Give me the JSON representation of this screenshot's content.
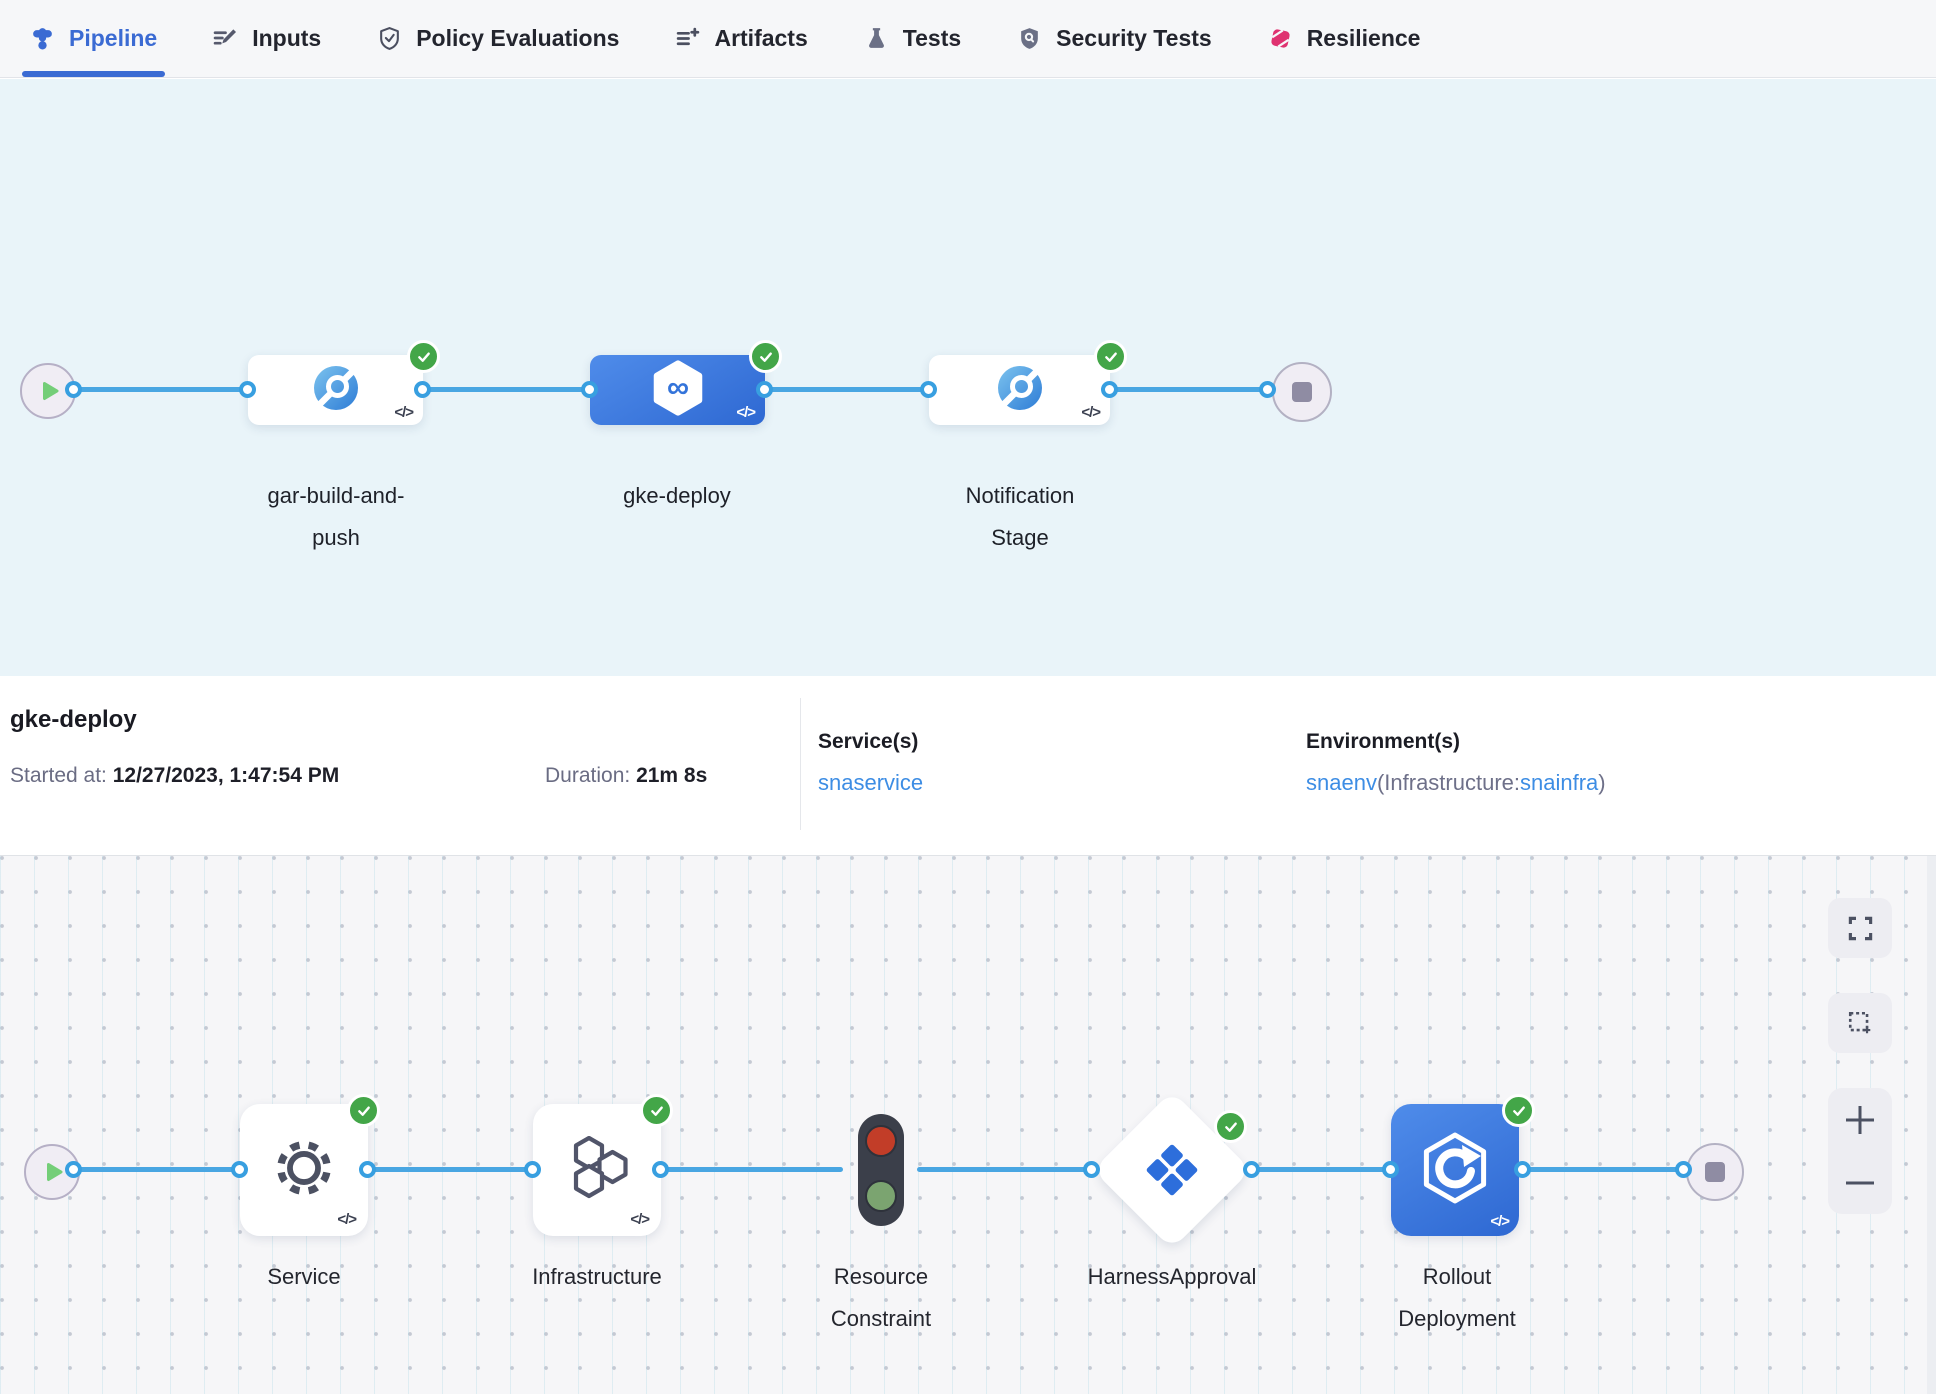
{
  "tabs": [
    {
      "label": "Pipeline",
      "icon": "pipeline-icon",
      "active": true
    },
    {
      "label": "Inputs",
      "icon": "inputs-icon",
      "active": false
    },
    {
      "label": "Policy Evaluations",
      "icon": "policy-evaluations-icon",
      "active": false
    },
    {
      "label": "Artifacts",
      "icon": "artifacts-icon",
      "active": false
    },
    {
      "label": "Tests",
      "icon": "tests-icon",
      "active": false
    },
    {
      "label": "Security Tests",
      "icon": "security-tests-icon",
      "active": false
    },
    {
      "label": "Resilience",
      "icon": "resilience-icon",
      "active": false
    }
  ],
  "stage_graph": {
    "stages": [
      {
        "label": "gar-build-and-push",
        "status": "Success",
        "type": "custom-stage",
        "selected": false
      },
      {
        "label": "gke-deploy",
        "status": "Success",
        "type": "deploy-stage",
        "selected": true
      },
      {
        "label": "Notification Stage",
        "status": "Success",
        "type": "custom-stage",
        "selected": false
      }
    ]
  },
  "details": {
    "title": "gke-deploy",
    "started_label": "Started at:",
    "started_value": "12/27/2023, 1:47:54 PM",
    "duration_label": "Duration:",
    "duration_value": "21m 8s",
    "services_label": "Service(s)",
    "services_value": "snaservice",
    "environments_label": "Environment(s)",
    "env_link_primary": "snaenv",
    "env_infra_prefix": "(Infrastructure:",
    "env_link_infra": "snainfra",
    "env_suffix": ")"
  },
  "execution_graph": {
    "steps": [
      {
        "label": "Service",
        "status": "Success",
        "type": "service"
      },
      {
        "label": "Infrastructure",
        "status": "Success",
        "type": "infrastructure"
      },
      {
        "label": "Resource Constraint",
        "status": "none",
        "type": "resource-constraint"
      },
      {
        "label": "HarnessApproval",
        "status": "Success",
        "type": "approval"
      },
      {
        "label": "Rollout Deployment",
        "status": "Success",
        "type": "rollout-deployment"
      }
    ]
  },
  "glyphs": {
    "code": "</>",
    "infinity": "∞"
  },
  "colors": {
    "tab_active": "#3b6bd3",
    "stage_graph_bg": "#e9f4f9",
    "connector_blue": "#49a6e2",
    "selected_card_blue": "#3a78dd",
    "success_green": "#43a648",
    "link_blue": "#3d8de4",
    "resilience_pink": "#df3270"
  }
}
